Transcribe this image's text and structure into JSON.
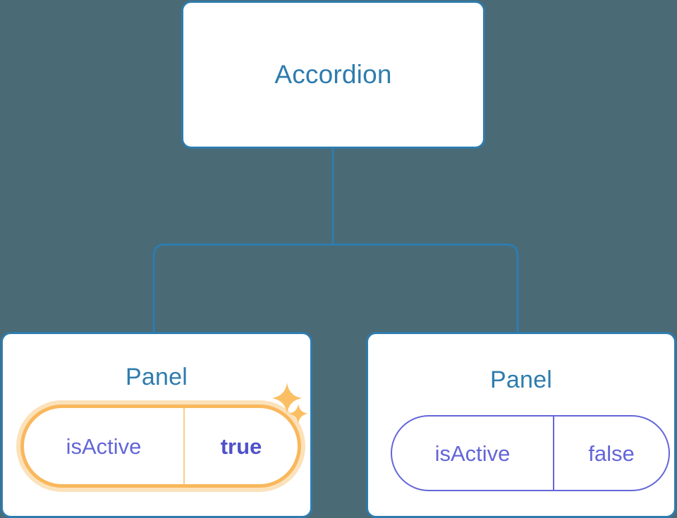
{
  "diagram": {
    "type": "component-tree",
    "background_color": "#4a6a75",
    "accent_color": "#2e7cae",
    "prop_color": "#6366d8",
    "highlight_color": "#f9b85c",
    "highlight_glow_color": "#fbe2bb",
    "root": {
      "name": "node-accordion",
      "title": "Accordion"
    },
    "children": [
      {
        "name": "node-panel-left",
        "title": "Panel",
        "highlighted": true,
        "prop": {
          "key": "isActive",
          "value": "true"
        },
        "sparkles": [
          "sparkle-large-icon",
          "sparkle-small-icon"
        ]
      },
      {
        "name": "node-panel-right",
        "title": "Panel",
        "highlighted": false,
        "prop": {
          "key": "isActive",
          "value": "false"
        }
      }
    ],
    "connector": {
      "name": "tree-connector",
      "stroke": "#2e7cae",
      "stroke_width": "3"
    }
  }
}
